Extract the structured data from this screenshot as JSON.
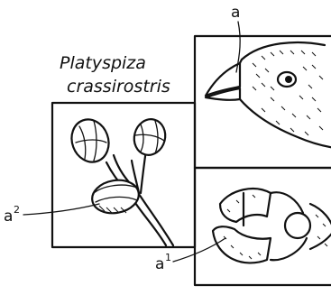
{
  "species": {
    "line1": "Platyspiza",
    "line2": "crassirostris"
  },
  "labels": {
    "beak_label": "a",
    "bud_label": "a",
    "bud_label_sup": "2",
    "jaw_label": "a",
    "jaw_label_sup": "1"
  }
}
